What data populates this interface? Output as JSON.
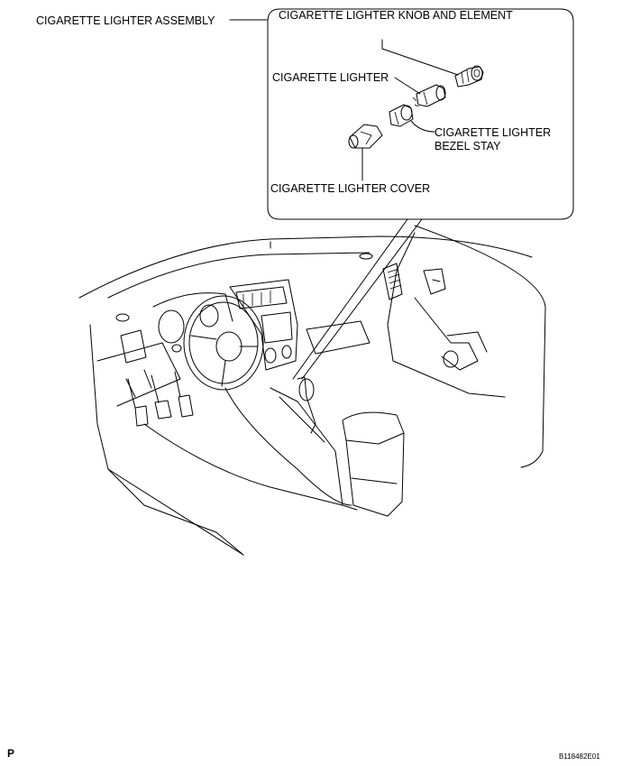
{
  "labels": {
    "assembly": "CIGARETTE LIGHTER ASSEMBLY",
    "knob_element": "CIGARETTE LIGHTER KNOB AND ELEMENT",
    "lighter": "CIGARETTE LIGHTER",
    "bezel_stay_line1": "CIGARETTE LIGHTER",
    "bezel_stay_line2": "BEZEL STAY",
    "cover": "CIGARETTE LIGHTER COVER"
  },
  "footer": {
    "left_mark": "P",
    "figure_code": "B118482E01"
  }
}
